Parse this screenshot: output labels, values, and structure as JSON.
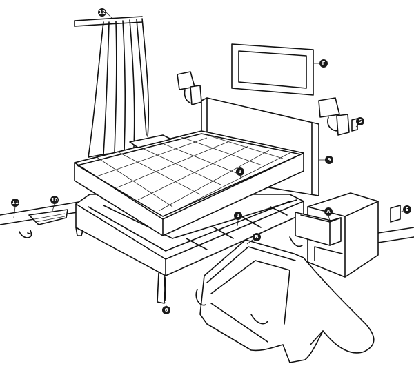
{
  "callouts": [
    {
      "id": "curtain-rod",
      "label": "12"
    },
    {
      "id": "picture-frame",
      "label": "F"
    },
    {
      "id": "outlet-right",
      "label": "S"
    },
    {
      "id": "headboard",
      "label": "9"
    },
    {
      "id": "mattress-seam",
      "label": "3"
    },
    {
      "id": "box-spring",
      "label": "1"
    },
    {
      "id": "vent",
      "label": "10"
    },
    {
      "id": "floor-edge",
      "label": "11"
    },
    {
      "id": "nightstand-drawer",
      "label": "A"
    },
    {
      "id": "wall-switch",
      "label": "E"
    },
    {
      "id": "under-bed",
      "label": "B"
    },
    {
      "id": "bed-leg",
      "label": "6"
    }
  ],
  "colors": {
    "stroke": "#111111",
    "callout": "#1a1a1a"
  }
}
